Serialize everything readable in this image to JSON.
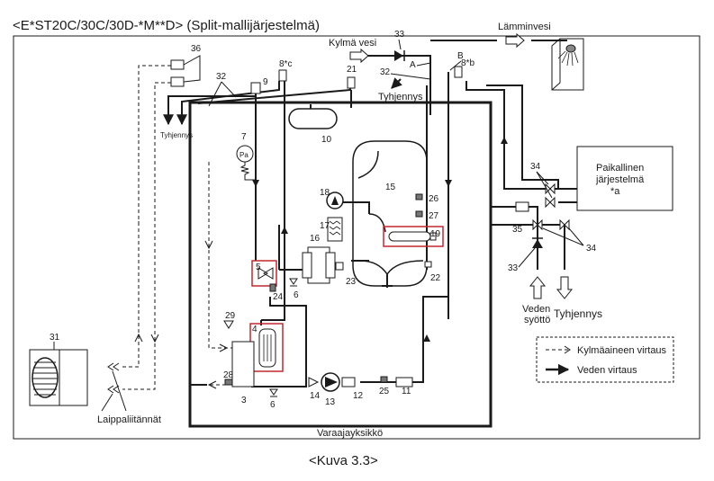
{
  "title": "<E*ST20C/30C/30D-*M**D> (Split-mallijärjestelmä)",
  "caption": "<Kuva 3.3>",
  "labels": {
    "cold_water": "Kylmä vesi",
    "hot_water": "Lämminvesi",
    "drain_top": "Tyhjennys",
    "drain_left": "Tyhjennys",
    "local_system_line1": "Paikallinen",
    "local_system_line2": "järjestelmä",
    "local_system_line3": "*a",
    "water_supply_line1": "Veden",
    "water_supply_line2": "syöttö",
    "drain_right": "Tyhjennys",
    "flare_connections": "Laippaliitännät",
    "storage_unit": "Varaajayksikkö",
    "point_a": "A",
    "point_b": "B",
    "pressure_gauge": "Pa"
  },
  "legend": {
    "refrigerant": "Kylmäaineen virtaus",
    "water": "Veden virtaus"
  },
  "numbers": {
    "n36": "36",
    "n32a": "32",
    "n9": "9",
    "n8c": "8*c",
    "n21": "21",
    "n33a": "33",
    "n32b": "32",
    "n8b": "8*b",
    "n10": "10",
    "n7": "7",
    "n15": "15",
    "n18": "18",
    "n26": "26",
    "n27": "27",
    "n17": "17",
    "n19": "19",
    "n16": "16",
    "n5": "5",
    "n6a": "6",
    "n24": "24",
    "n23": "23",
    "n22": "22",
    "n29": "29",
    "n4": "4",
    "n31": "31",
    "n28": "28",
    "n3": "3",
    "n6b": "6",
    "n14": "14",
    "n13": "13",
    "n12": "12",
    "n25": "25",
    "n11": "11",
    "n34a": "34",
    "n35": "35",
    "n34b": "34",
    "n33b": "33"
  }
}
